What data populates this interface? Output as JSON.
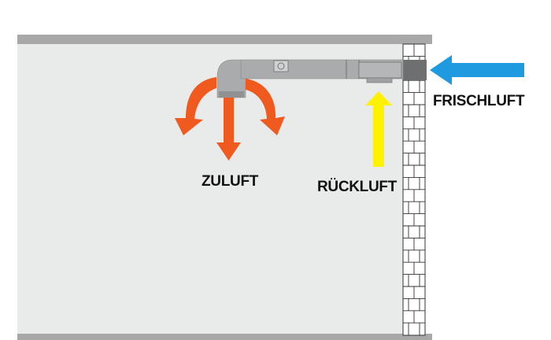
{
  "labels": {
    "zuluft": "ZULUFT",
    "rueckluft": "RÜCKLUFT",
    "frischluft": "FRISCHLUFT"
  },
  "colors": {
    "room": "#e9ebea",
    "border": "#a8a8a8",
    "duct": "#a9abad",
    "duct_dark": "#6d6f71",
    "brick_line": "#333333",
    "zuluft_arrow": "#f05a1e",
    "rueckluft_arrow": "#fff200",
    "frischluft_arrow": "#1e9be0"
  },
  "icons": [
    "fresh-air-arrow-icon",
    "return-air-arrow-icon",
    "supply-air-arrows-icon",
    "brick-wall-icon",
    "air-duct-icon"
  ]
}
